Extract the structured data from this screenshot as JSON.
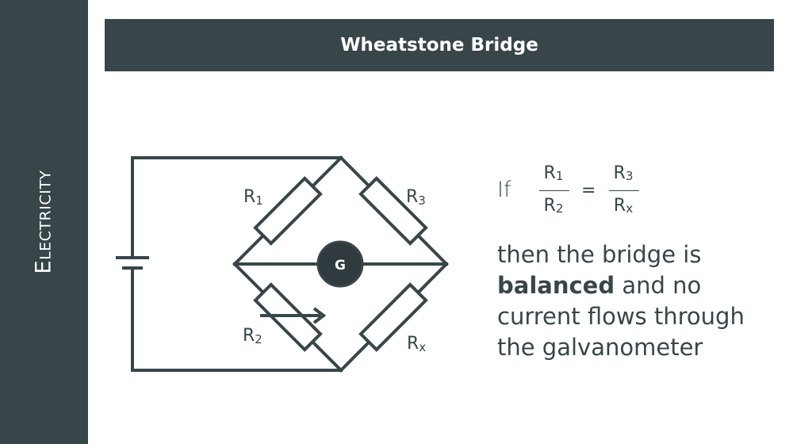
{
  "sidebar": {
    "label": "Electricity"
  },
  "header": {
    "title": "Wheatstone Bridge"
  },
  "diagram": {
    "labels": {
      "r1": {
        "main": "R",
        "sub": "1"
      },
      "r2": {
        "main": "R",
        "sub": "2"
      },
      "r3": {
        "main": "R",
        "sub": "3"
      },
      "rx": {
        "main": "R",
        "sub": "x"
      },
      "galvanometer": "G"
    }
  },
  "condition": {
    "if_label": "If",
    "left_fraction": {
      "num_main": "R",
      "num_sub": "1",
      "den_main": "R",
      "den_sub": "2"
    },
    "equals": "=",
    "right_fraction": {
      "num_main": "R",
      "num_sub": "3",
      "den_main": "R",
      "den_sub": "x"
    },
    "statement_before": "then the bridge is",
    "statement_bold": "balanced",
    "statement_after": "and no current flows through the galvanometer"
  },
  "colors": {
    "dark": "#384649",
    "white": "#ffffff"
  }
}
